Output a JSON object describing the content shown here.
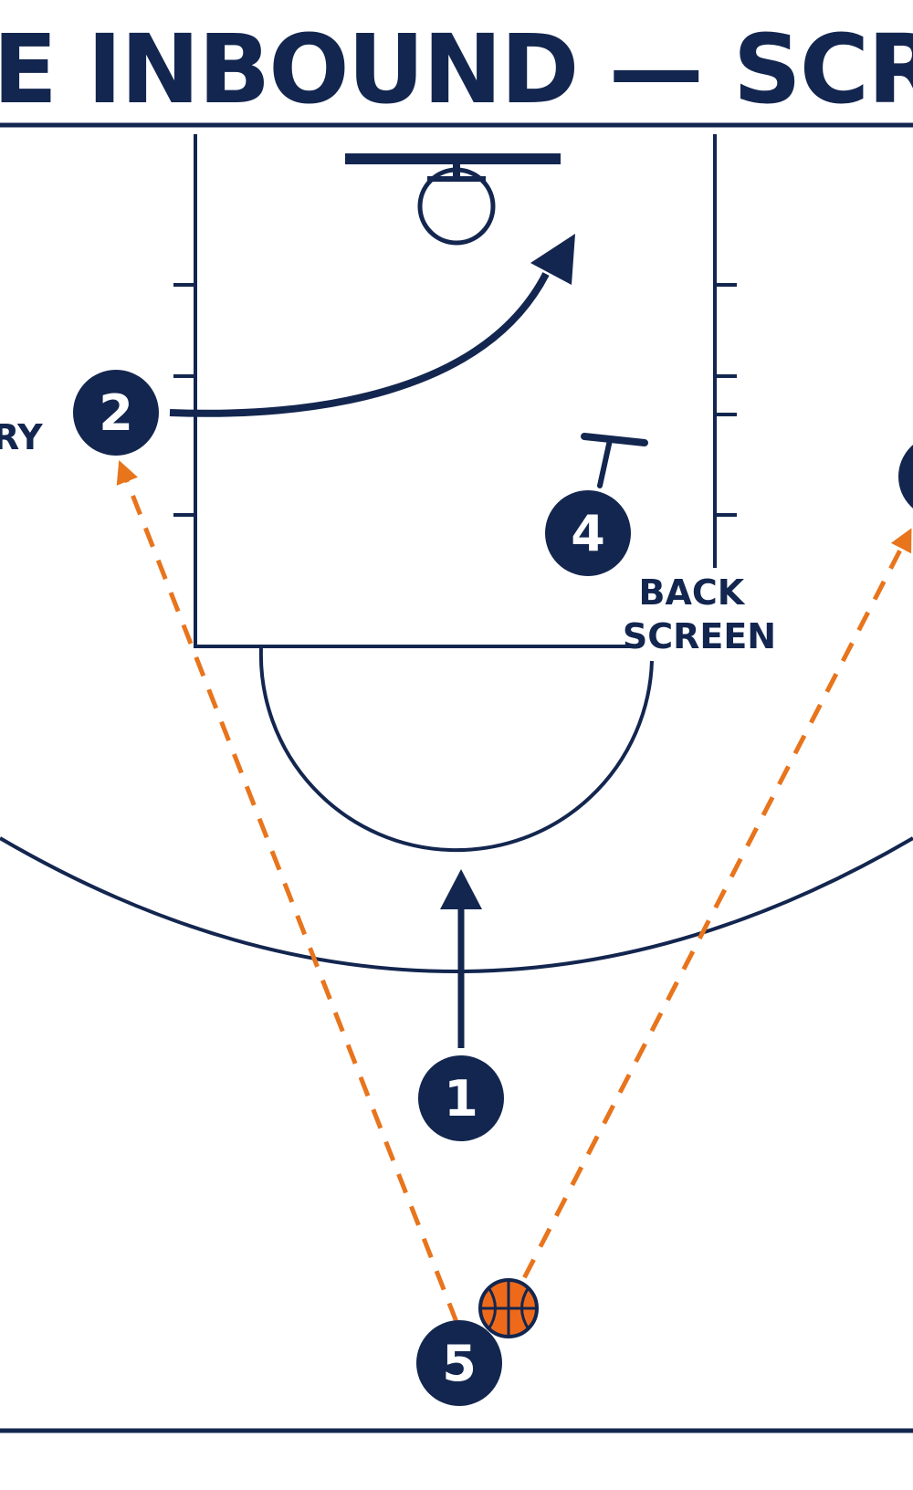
{
  "title": "E INBOUND — SCREEN & CUT",
  "labels": {
    "back_screen_line1": "BACK",
    "back_screen_line2": "SCREEN",
    "left_edge_fragment": "RY"
  },
  "players": [
    {
      "id": "player-1",
      "number": "1"
    },
    {
      "id": "player-2",
      "number": "2"
    },
    {
      "id": "player-4",
      "number": "4"
    },
    {
      "id": "player-5",
      "number": "5"
    }
  ],
  "colors": {
    "navy": "#13264f",
    "orange": "#e8741c",
    "ball": "#ee6a1a",
    "background": "#ffffff"
  },
  "icons": {
    "ball": "basketball-icon",
    "screen": "screen-t-icon"
  }
}
